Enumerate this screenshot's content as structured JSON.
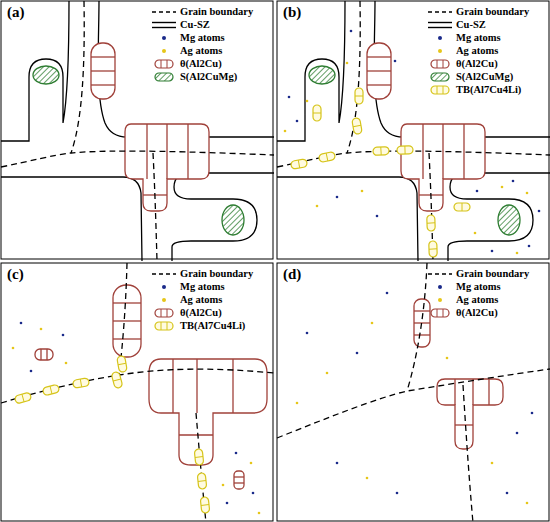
{
  "diagram": {
    "labels": [
      "(a)",
      "(b)",
      "(c)",
      "(d)"
    ],
    "legend": [
      {
        "text": "Grain boundary"
      },
      {
        "text": "Cu-SZ"
      },
      {
        "text": "Mg atoms",
        "color": "#1a2a8a"
      },
      {
        "text": "Ag atoms",
        "color": "#e6c619"
      },
      {
        "text": "θ(Al2Cu)"
      },
      {
        "text": "S(Al2CuMg)"
      },
      {
        "text": "Grain boundary"
      },
      {
        "text": "Cu-SZ"
      },
      {
        "text": "Mg atoms",
        "color": "#1a2a8a"
      },
      {
        "text": "Ag atoms",
        "color": "#e6c619"
      },
      {
        "text": "θ(Al2Cu)"
      },
      {
        "text": "S(Al2CuMg)"
      },
      {
        "text": "TB(Al7Cu4Li)"
      },
      {
        "text": "Grain boundary"
      },
      {
        "text": "Mg atoms",
        "color": "#1a2a8a"
      },
      {
        "text": "Ag atoms",
        "color": "#e6c619"
      },
      {
        "text": "θ(Al2Cu)"
      },
      {
        "text": "TB(Al7Cu4Li)"
      },
      {
        "text": "Grain boundary"
      },
      {
        "text": "Mg atoms",
        "color": "#1a2a8a"
      },
      {
        "text": "Ag atoms",
        "color": "#e6c619"
      },
      {
        "text": "θ(Al2Cu)"
      }
    ]
  }
}
